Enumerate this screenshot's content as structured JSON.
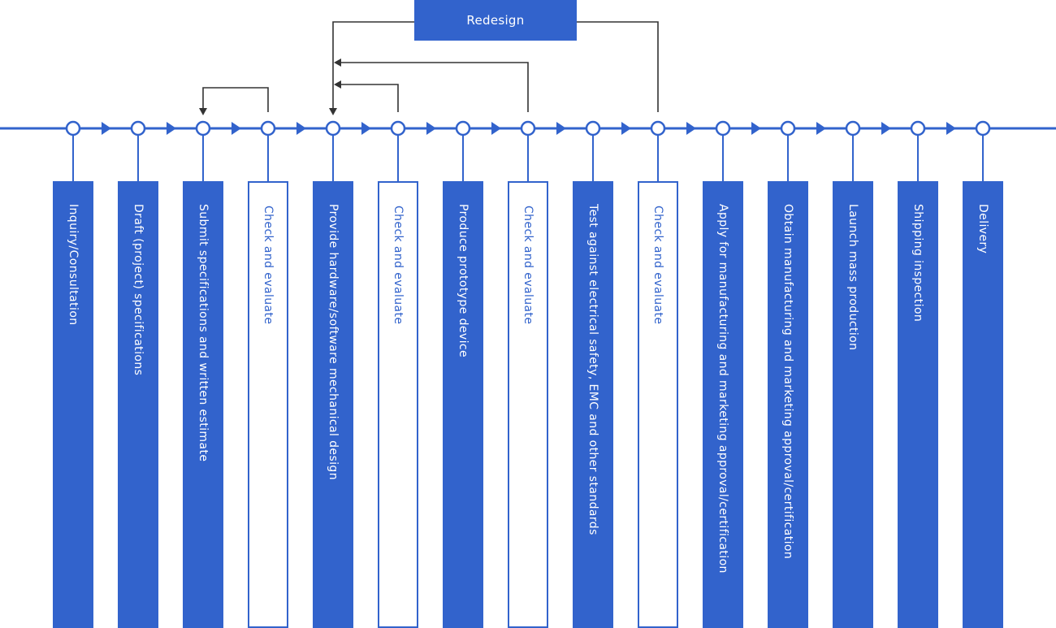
{
  "redesign": {
    "label": "Redesign"
  },
  "steps": [
    {
      "label": "Inquiry/Consultation",
      "style": "filled"
    },
    {
      "label": "Draft (project) specifications",
      "style": "filled"
    },
    {
      "label": "Submit specifications and written estimate",
      "style": "filled"
    },
    {
      "label": "Check and evaluate",
      "style": "outline"
    },
    {
      "label": "Provide hardware/software mechanical design",
      "style": "filled"
    },
    {
      "label": "Check and evaluate",
      "style": "outline"
    },
    {
      "label": "Produce prototype device",
      "style": "filled"
    },
    {
      "label": "Check and evaluate",
      "style": "outline"
    },
    {
      "label": "Test against electrical safety, EMC and other standards",
      "style": "filled"
    },
    {
      "label": "Check and evaluate",
      "style": "outline"
    },
    {
      "label": "Apply for manufacturing and marketing approval/certification",
      "style": "filled"
    },
    {
      "label": "Obtain manufacturing and marketing approval/certification",
      "style": "filled"
    },
    {
      "label": "Launch mass production",
      "style": "filled"
    },
    {
      "label": "Shipping inspection",
      "style": "filled"
    },
    {
      "label": "Delivery",
      "style": "filled"
    }
  ],
  "feedback_loops": [
    {
      "from_step": 4,
      "to_step": 3
    },
    {
      "from_step": 6,
      "to_step": 5
    },
    {
      "from_step": 8,
      "to_step": 5
    }
  ],
  "colors": {
    "primary": "#3263cc",
    "connector": "#333333"
  }
}
